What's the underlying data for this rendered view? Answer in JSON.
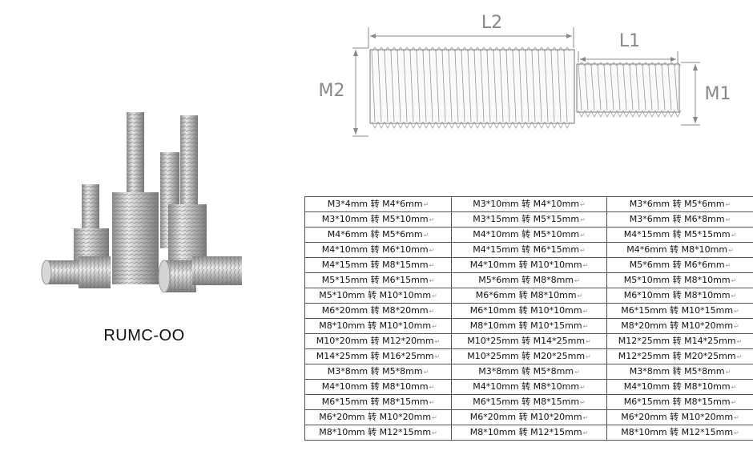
{
  "product": {
    "code": "RUMC-OO"
  },
  "diagram": {
    "l2_label": "L2",
    "l1_label": "L1",
    "m2_label": "M2",
    "m1_label": "M1"
  },
  "table": {
    "rows": [
      [
        "M3*4mm 转 M4*6mm",
        "M3*10mm 转 M4*10mm",
        "M3*6mm 转 M5*6mm"
      ],
      [
        "M3*10mm 转 M5*10mm",
        "M3*15mm 转 M5*15mm",
        "M3*6mm 转 M6*8mm"
      ],
      [
        "M4*6mm 转 M5*6mm",
        "M4*10mm 转 M5*10mm",
        "M4*15mm 转 M5*15mm"
      ],
      [
        "M4*10mm 转 M6*10mm",
        "M4*15mm 转 M6*15mm",
        "M4*6mm 转 M8*10mm"
      ],
      [
        "M4*15mm 转 M8*15mm",
        "M4*10mm 转 M10*10mm",
        "M5*6mm 转 M6*6mm"
      ],
      [
        "M5*15mm 转 M6*15mm",
        "M5*6mm 转 M8*8mm",
        "M5*10mm 转 M8*10mm"
      ],
      [
        "M5*10mm 转 M10*10mm",
        "M6*6mm 转 M8*10mm",
        "M6*10mm 转 M8*10mm"
      ],
      [
        "M6*20mm 转 M8*20mm",
        "M6*10mm 转 M10*10mm",
        "M6*15mm 转 M10*15mm"
      ],
      [
        "M8*10mm 转 M10*10mm",
        "M8*10mm 转 M10*15mm",
        "M8*20mm 转 M10*20mm"
      ],
      [
        "M10*20mm 转 M12*20mm",
        "M10*25mm 转 M14*25mm",
        "M12*25mm 转 M14*25mm"
      ],
      [
        "M14*25mm 转 M16*25mm",
        "M10*25mm 转 M20*25mm",
        "M12*25mm 转 M20*25mm"
      ],
      [
        "M3*8mm 转 M5*8mm",
        "M3*8mm 转 M5*8mm",
        "M3*8mm 转 M5*8mm"
      ],
      [
        "M4*10mm 转 M8*10mm",
        "M4*10mm 转 M8*10mm",
        "M4*10mm 转 M8*10mm"
      ],
      [
        "M6*15mm 转 M8*15mm",
        "M6*15mm 转 M8*15mm",
        "M6*15mm 转 M8*15mm"
      ],
      [
        "M6*20mm 转 M10*20mm",
        "M6*20mm 转 M10*20mm",
        "M6*20mm 转 M10*20mm"
      ],
      [
        "M8*10mm 转 M12*15mm",
        "M8*10mm 转 M12*15mm",
        "M8*10mm 转 M12*15mm"
      ]
    ]
  }
}
